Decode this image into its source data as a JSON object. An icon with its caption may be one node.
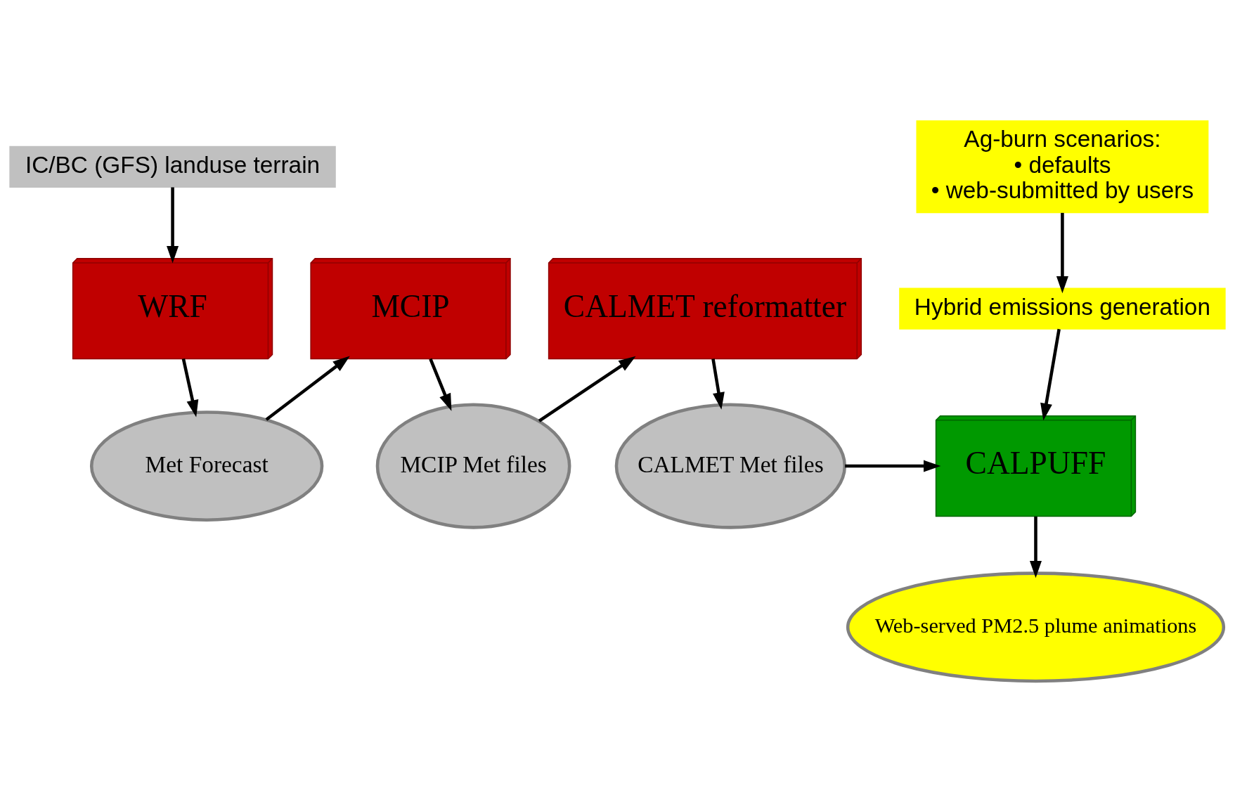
{
  "diagram": {
    "nodes": [
      {
        "text": [
          "IC/BC (GFS) landuse terrain"
        ]
      },
      {
        "text": [
          "WRF"
        ]
      },
      {
        "text": [
          "Met Forecast"
        ]
      },
      {
        "text": [
          "MCIP"
        ]
      },
      {
        "text": [
          "MCIP Met files"
        ]
      },
      {
        "text": [
          "CALMET reformatter"
        ]
      },
      {
        "text": [
          "CALMET Met files"
        ]
      },
      {
        "text": [
          "Ag-burn scenarios:",
          "• defaults",
          "• web-submitted by users"
        ]
      },
      {
        "text": [
          "Hybrid emissions generation"
        ]
      },
      {
        "text": [
          "CALPUFF"
        ]
      },
      {
        "text": [
          "Web-served PM2.5 plume animations"
        ]
      }
    ],
    "edges": [
      {
        "from": 0,
        "to": 1,
        "arrow": "to"
      },
      {
        "from": 1,
        "to": 2,
        "arrow": "to"
      },
      {
        "from": 2,
        "to": 3,
        "arrow": "to"
      },
      {
        "from": 3,
        "to": 4,
        "arrow": "to"
      },
      {
        "from": 4,
        "to": 5,
        "arrow": "to"
      },
      {
        "from": 5,
        "to": 6,
        "arrow": "to"
      },
      {
        "from": 6,
        "to": 9,
        "arrow": "to"
      },
      {
        "from": 7,
        "to": 8,
        "arrow": "to"
      },
      {
        "from": 8,
        "to": 9,
        "arrow": "to"
      },
      {
        "from": 9,
        "to": 10,
        "arrow": "to"
      }
    ]
  }
}
